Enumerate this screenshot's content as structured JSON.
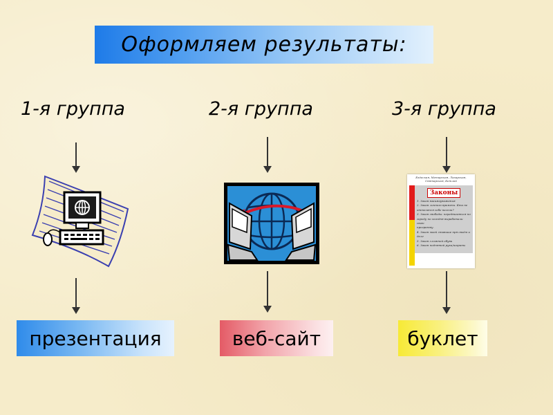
{
  "title": "Оформляем результаты:",
  "groups": [
    {
      "label": "1-я группа",
      "result": "презентация"
    },
    {
      "label": "2-я группа",
      "result": "веб-сайт"
    },
    {
      "label": "3-я группа",
      "result": "буклет"
    }
  ],
  "booklet": {
    "heading": "Законы",
    "header_line": "Ездеская, Метарская, Лазарская, Святарская, Бетлая",
    "items": [
      "1. Закон взаимоуважения",
      "2. Закон личного времени. Кто не",
      "относится себе пальчи?",
      "3. Закон свободы: передвигаться по",
      "городу по сегодня выработали свою",
      "программу.",
      "4. Закон моей ставшие пря своём и",
      "деле",
      "5. Закон сложной обуви",
      "6. Закон поднятой руки/ширины"
    ]
  },
  "colors": {
    "background": "#f6ecca",
    "title_gradient_start": "#1e7be8",
    "presentation_color": "#2f8bea",
    "website_color": "#e45b66",
    "booklet_color": "#f7ea36"
  },
  "icons": [
    "computer-clipart-icon",
    "website-globe-clipart-icon",
    "booklet-thumbnail-icon"
  ]
}
